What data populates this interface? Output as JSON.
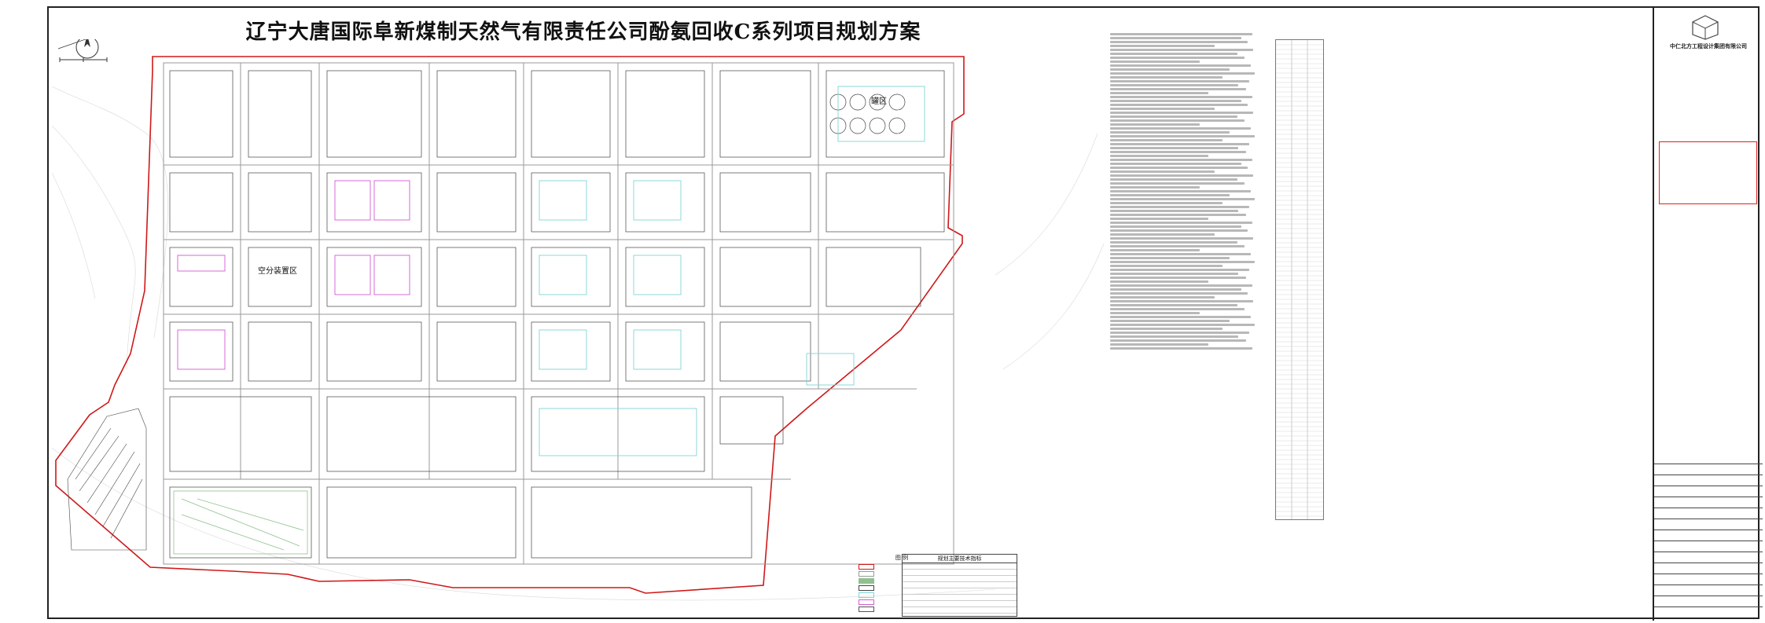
{
  "document": {
    "title": "辽宁大唐国际阜新煤制天然气有限责任公司酚氨回收C系列项目规划方案"
  },
  "plan": {
    "zone_labels": [
      "罐区",
      "空分装置区"
    ]
  },
  "legend": {
    "title": "图  例"
  },
  "stats_table": {
    "title": "规划主要技术指标"
  },
  "titleblock": {
    "company": "中仁北方工程设计集团有限公司"
  },
  "colors": {
    "boundary_red": "#d01818",
    "building_line": "#444444",
    "road_line": "#9a9a9a",
    "highlight_pink": "#d35bd3",
    "highlight_cyan": "#7fd6d6",
    "green_area": "#8fc08f"
  }
}
